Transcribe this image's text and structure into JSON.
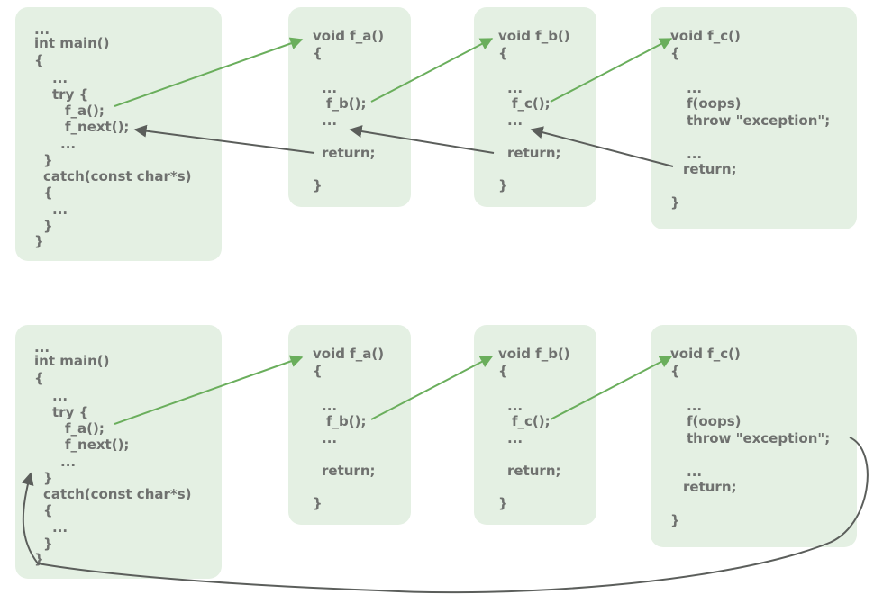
{
  "colors": {
    "panel_fill": "#e4f0e3",
    "code_text": "#6f716f",
    "call_arrow": "#6aae5c",
    "return_arrow": "#5b5e5b"
  },
  "rows": [
    {
      "main": [
        "...",
        "int main()",
        "{",
        "...",
        "try {",
        "f_a();",
        "f_next();",
        "...",
        "}",
        "catch(const char*s)",
        "{",
        "...",
        "}",
        "}"
      ],
      "f_a": [
        "void f_a()",
        "{",
        "...",
        "f_b();",
        "...",
        "return;",
        "}"
      ],
      "f_b": [
        "void f_b()",
        "{",
        "...",
        "f_c();",
        "...",
        "return;",
        "}"
      ],
      "f_c": [
        "void f_c()",
        "{",
        "...",
        "f(oops)",
        "throw \"exception\";",
        "...",
        "return;",
        "}"
      ]
    },
    {
      "main": [
        "...",
        "int main()",
        "{",
        "...",
        "try {",
        "f_a();",
        "f_next();",
        "...",
        "}",
        "catch(const char*s)",
        "{",
        "...",
        "}",
        "}"
      ],
      "f_a": [
        "void f_a()",
        "{",
        "...",
        "f_b();",
        "...",
        "return;",
        "}"
      ],
      "f_b": [
        "void f_b()",
        "{",
        "...",
        "f_c();",
        "...",
        "return;",
        "}"
      ],
      "f_c": [
        "void f_c()",
        "{",
        "...",
        "f(oops)",
        "throw \"exception\";",
        "...",
        "return;",
        "}"
      ]
    }
  ]
}
